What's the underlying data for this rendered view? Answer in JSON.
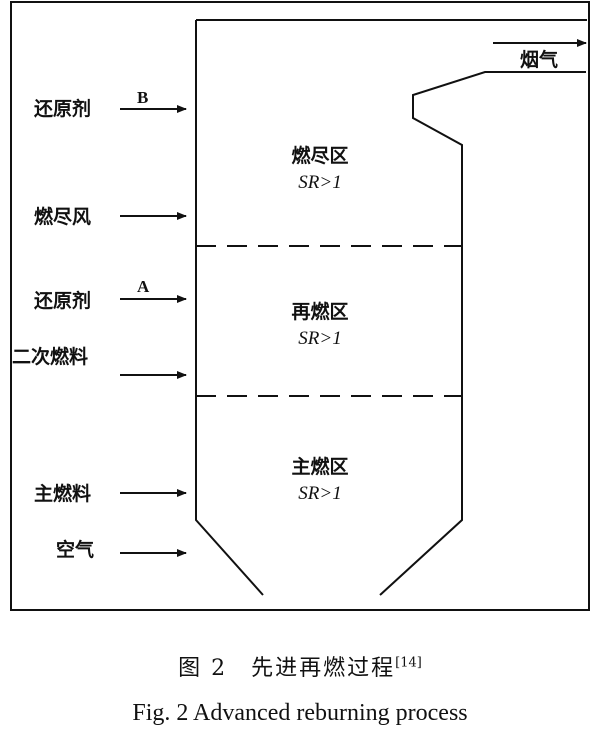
{
  "inputs": {
    "reductant_b": {
      "label": "还原剂",
      "letter": "B"
    },
    "burnout_air": {
      "label": "燃尽风"
    },
    "reductant_a": {
      "label": "还原剂",
      "letter": "A"
    },
    "secondary_fuel": {
      "label": "二次燃料"
    },
    "primary_fuel": {
      "label": "主燃料"
    },
    "air": {
      "label": "空气"
    }
  },
  "output": {
    "label": "烟气"
  },
  "zones": [
    {
      "name": "燃尽区",
      "sr": "SR>1"
    },
    {
      "name": "再燃区",
      "sr": "SR>1"
    },
    {
      "name": "主燃区",
      "sr": "SR>1"
    }
  ],
  "caption": {
    "cn": "图 2　先进再燃过程",
    "cn_ref": "[14]",
    "en": "Fig. 2 Advanced reburning process"
  }
}
